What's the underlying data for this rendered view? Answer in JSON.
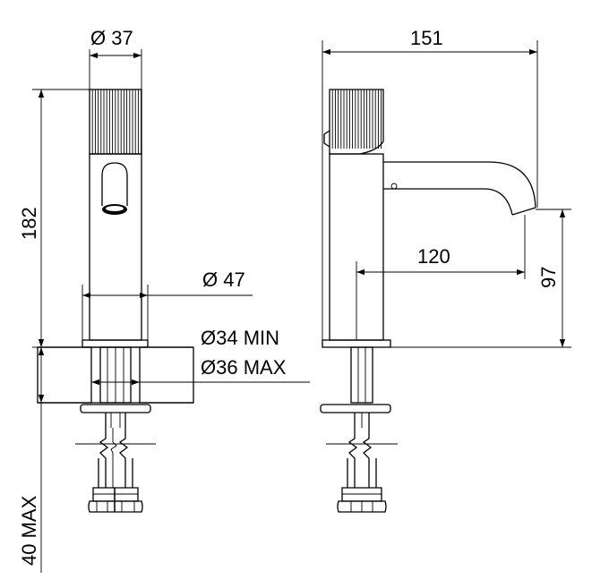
{
  "dimensions": {
    "top_diameter": "Ø 37",
    "total_width": "151",
    "height": "182",
    "base_diameter": "Ø 47",
    "spout_reach": "120",
    "spout_height": "97",
    "hole_min": "Ø34 MIN",
    "hole_max": "Ø36 MAX",
    "counter_thickness": "40 MAX"
  }
}
